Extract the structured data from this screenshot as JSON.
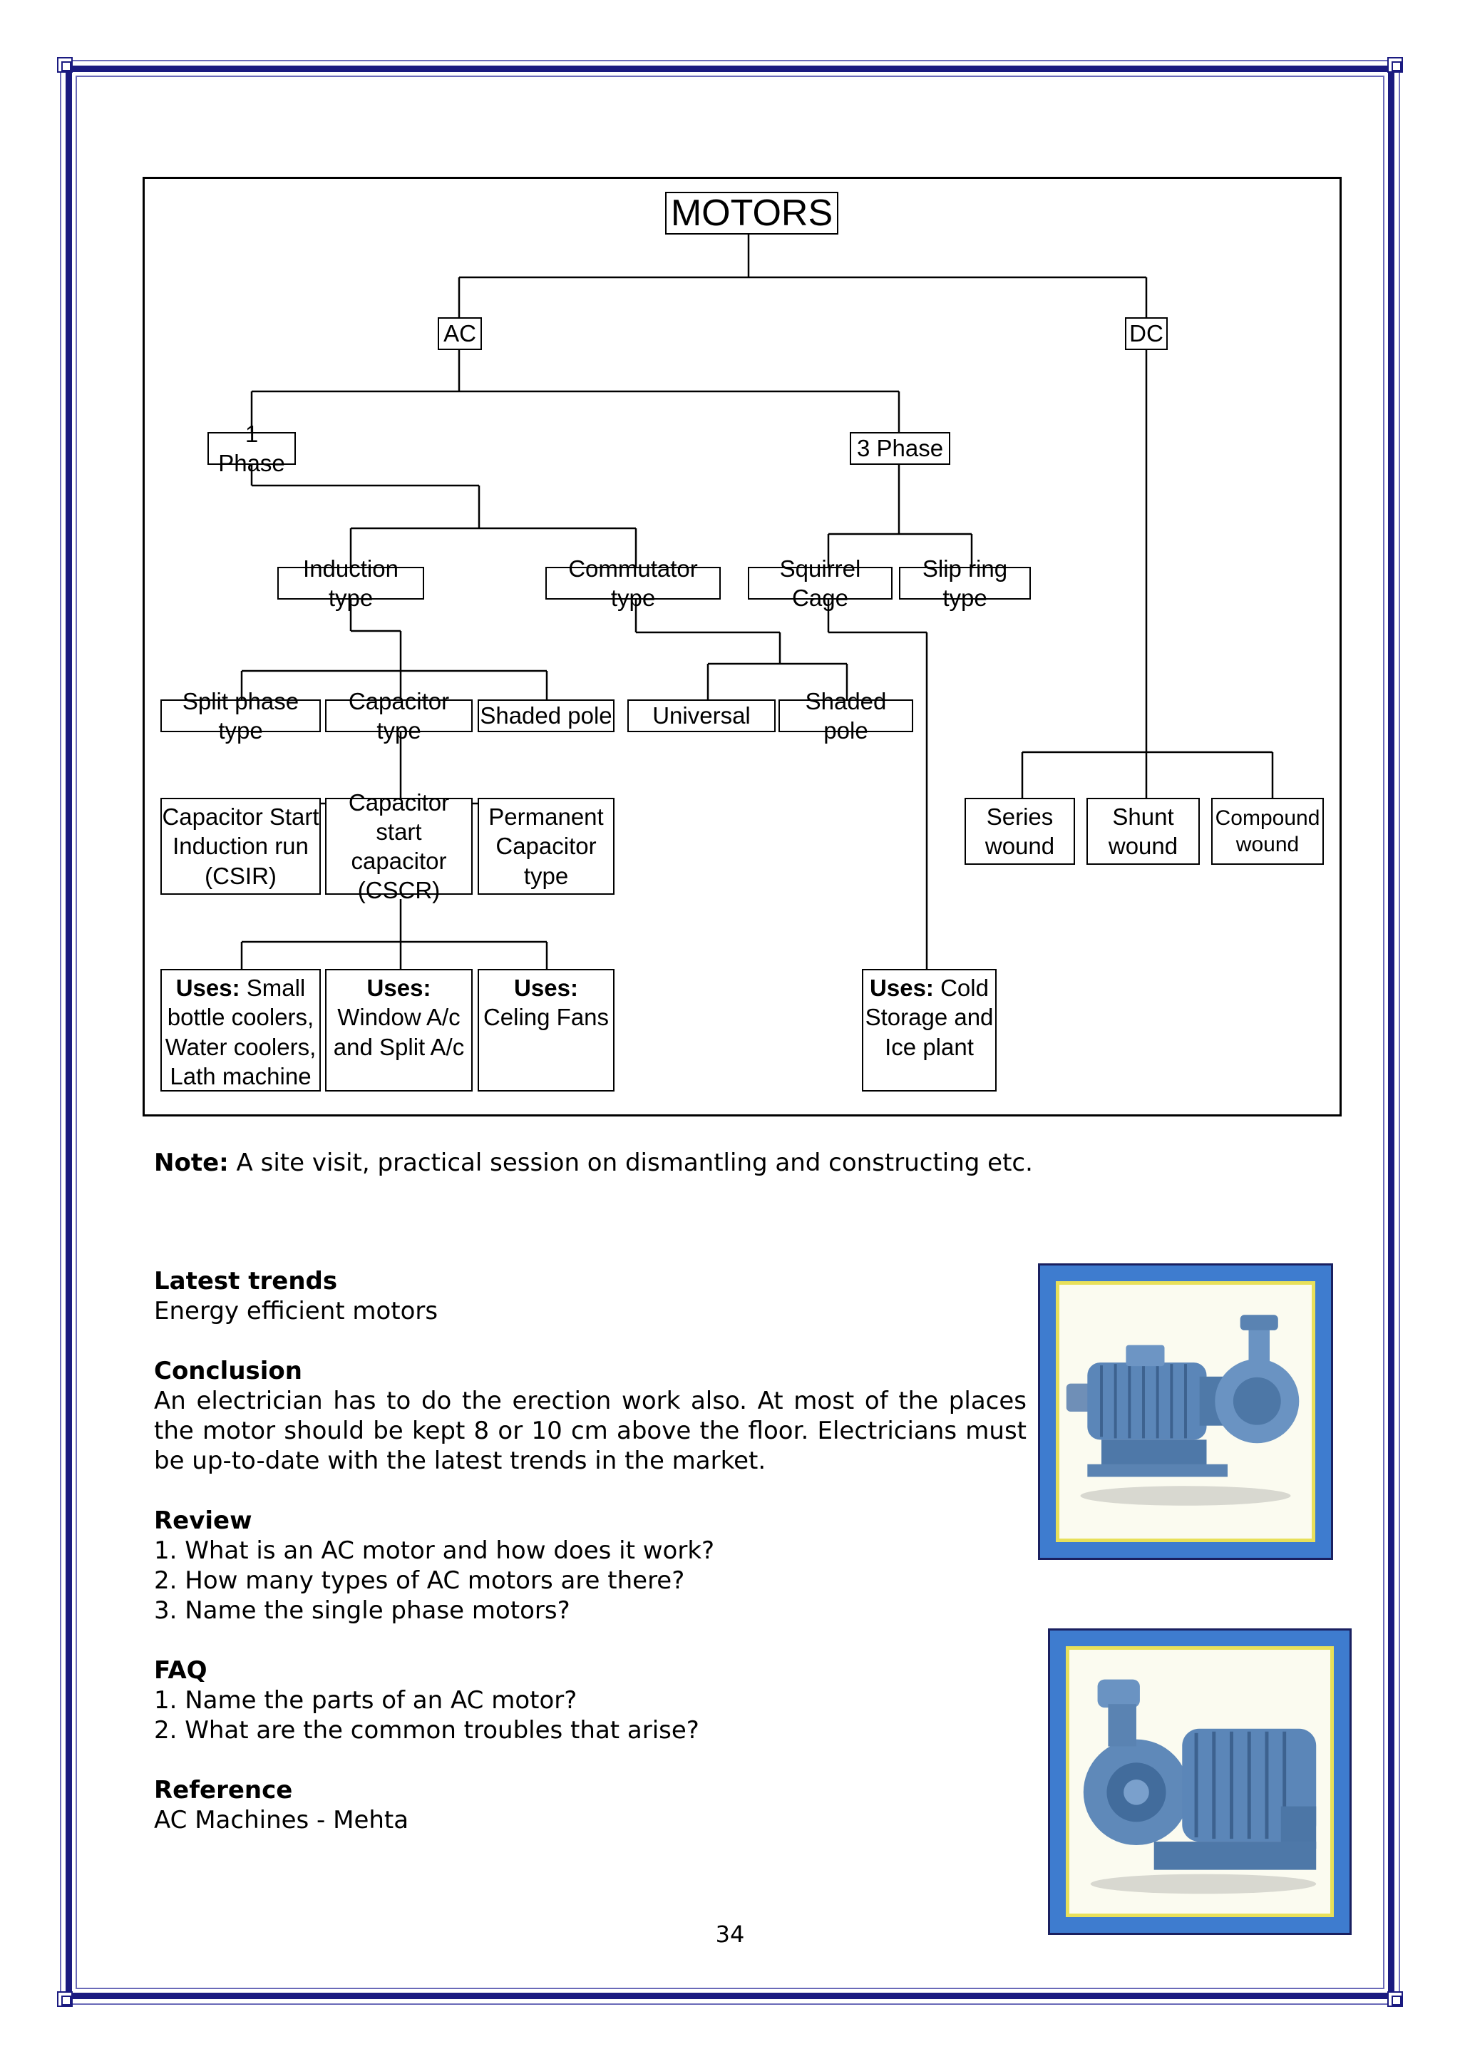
{
  "tree": {
    "root": "MOTORS",
    "ac": "AC",
    "dc": "DC",
    "one_phase": "1 Phase",
    "three_phase": "3 Phase",
    "induction_type": "Induction type",
    "commutator_type": "Commutator type",
    "squirrel_cage": "Squirrel Cage",
    "slip_ring_type": "Slip ring type",
    "split_phase_type": "Split phase type",
    "capacitor_type": "Capacitor type",
    "shaded_pole_1": "Shaded pole",
    "universal": "Universal",
    "shaded_pole_2": "Shaded pole",
    "series_wound": "Series\nwound",
    "shunt_wound": "Shunt\nwound",
    "compound_wound": "Compound\nwound",
    "csir": "Capacitor Start\nInduction run\n(CSIR)",
    "cscr": "Capacitor start\ncapacitor\n(CSCR)",
    "permanent_capacitor": "Permanent\nCapacitor\ntype",
    "uses_label": "Uses:",
    "uses_1": "Small\nbottle coolers,\nWater coolers,\nLath machine",
    "uses_2": "Window A/c\nand Split A/c",
    "uses_3": "Celing Fans",
    "uses_4": "Cold\nStorage and\nIce plant"
  },
  "note": {
    "label": "Note:",
    "text": " A site visit, practical session on dismantling and constructing etc."
  },
  "sections": {
    "latest_trends": {
      "heading": "Latest trends",
      "body": "Energy efficient motors"
    },
    "conclusion": {
      "heading": "Conclusion",
      "body": "An electrician has to do the erection work also. At most of the places the motor should be kept 8 or 10 cm above the floor. Electricians must be up-to-date with the latest trends in the market."
    },
    "review": {
      "heading": "Review",
      "items": [
        "1. What is an AC motor and how does it work?",
        "2. How many types of AC motors are there?",
        "3. Name the single phase motors?"
      ]
    },
    "faq": {
      "heading": "FAQ",
      "items": [
        "1. Name the parts of an AC motor?",
        "2. What are the common troubles that arise?"
      ]
    },
    "reference": {
      "heading": "Reference",
      "body": "AC Machines - Mehta"
    }
  },
  "page_number": "34",
  "colors": {
    "border_navy": "#1a1a80",
    "photo_frame_blue": "#3e7ccf",
    "photo_inner_border": "#e8e05a",
    "motor_blue": "#5b86b8"
  }
}
